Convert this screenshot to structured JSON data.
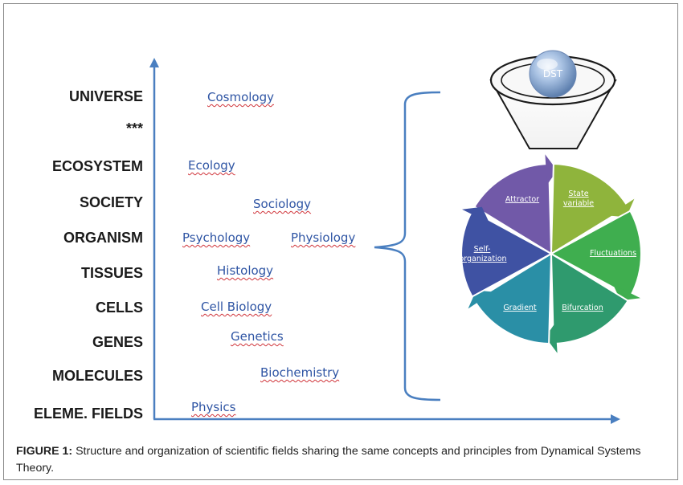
{
  "levels": {
    "universe": "UNIVERSE",
    "stars": "***",
    "ecosystem": "ECOSYSTEM",
    "society": "SOCIETY",
    "organism": "ORGANISM",
    "tissues": "TISSUES",
    "cells": "CELLS",
    "genes": "GENES",
    "molecules": "MOLECULES",
    "fields": "ELEME. FIELDS"
  },
  "fields": {
    "cosmology": "Cosmology",
    "ecology": "Ecology",
    "sociology": "Sociology",
    "psychology": "Psychology",
    "physiology": "Physiology",
    "histology": "Histology",
    "cell_biology": "Cell Biology",
    "genetics": "Genetics",
    "biochemistry": "Biochemistry",
    "physics": "Physics"
  },
  "funnel": {
    "label": "DST"
  },
  "cycle": {
    "attractor": "Attractor",
    "state_variable_1": "State",
    "state_variable_2": "variable",
    "fluctuations": "Fluctuations",
    "bifurcation": "Bifurcation",
    "gradient": "Gradient",
    "self_org_1": "Self-",
    "self_org_2": "organization"
  },
  "colors": {
    "attractor": "#7159a8",
    "state_variable": "#8fb43c",
    "fluctuations": "#3fae4f",
    "bifurcation": "#2f9a6e",
    "gradient": "#2a8fa6",
    "self_organization": "#3f52a3",
    "axis": "#4a7fc0"
  },
  "caption": {
    "label": "FIGURE 1:",
    "text": " Structure and organization of scientific fields sharing the same concepts and principles from Dynamical Systems Theory."
  }
}
